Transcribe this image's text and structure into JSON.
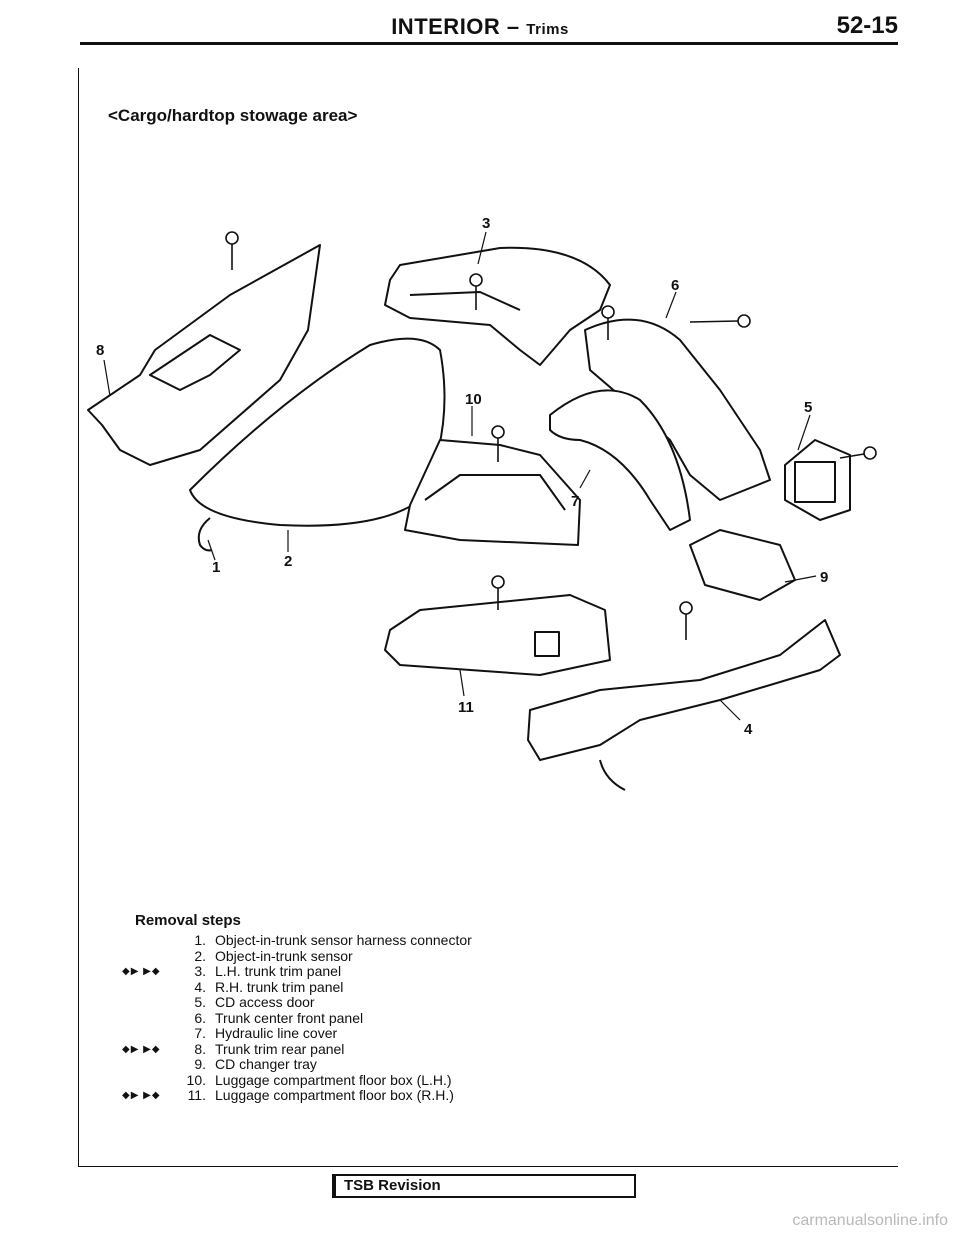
{
  "header": {
    "title": "INTERIOR",
    "title_sep": " – ",
    "subtitle": "Trims",
    "page_number": "52-15"
  },
  "section_heading": "<Cargo/hardtop stowage area>",
  "diagram_labels": [
    "1",
    "2",
    "3",
    "4",
    "5",
    "6",
    "7",
    "8",
    "9",
    "10",
    "11"
  ],
  "removal": {
    "title": "Removal steps",
    "steps": [
      {
        "arrows": "",
        "num": "1.",
        "label": "Object-in-trunk sensor harness connector"
      },
      {
        "arrows": "",
        "num": "2.",
        "label": "Object-in-trunk sensor"
      },
      {
        "arrows": "◆▶ ▶◆",
        "num": "3.",
        "label": "L.H. trunk trim panel"
      },
      {
        "arrows": "",
        "num": "4.",
        "label": "R.H. trunk trim panel"
      },
      {
        "arrows": "",
        "num": "5.",
        "label": "CD access door"
      },
      {
        "arrows": "",
        "num": "6.",
        "label": "Trunk center front panel"
      },
      {
        "arrows": "",
        "num": "7.",
        "label": "Hydraulic line cover"
      },
      {
        "arrows": "◆▶ ▶◆",
        "num": "8.",
        "label": "Trunk trim rear panel"
      },
      {
        "arrows": "",
        "num": "9.",
        "label": "CD changer tray"
      },
      {
        "arrows": "",
        "num": "10.",
        "label": "Luggage compartment floor box (L.H.)"
      },
      {
        "arrows": "◆▶ ▶◆",
        "num": "11.",
        "label": "Luggage compartment floor box (R.H.)"
      }
    ]
  },
  "footer": {
    "tsb_label": "TSB Revision"
  },
  "watermark": "carmanualsonline.info"
}
